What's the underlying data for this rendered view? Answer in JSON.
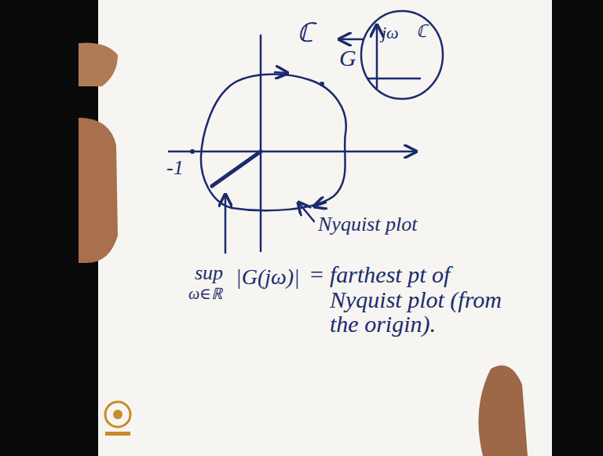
{
  "diagram": {
    "labels": [
      "ℂ",
      "-1",
      "G",
      "jω",
      "ℂ",
      "Nyquist plot",
      "sup",
      "ω∈ℝ",
      "|G(jω)|",
      "=",
      "farthest pt of Nyquist plot (from the origin)."
    ]
  }
}
